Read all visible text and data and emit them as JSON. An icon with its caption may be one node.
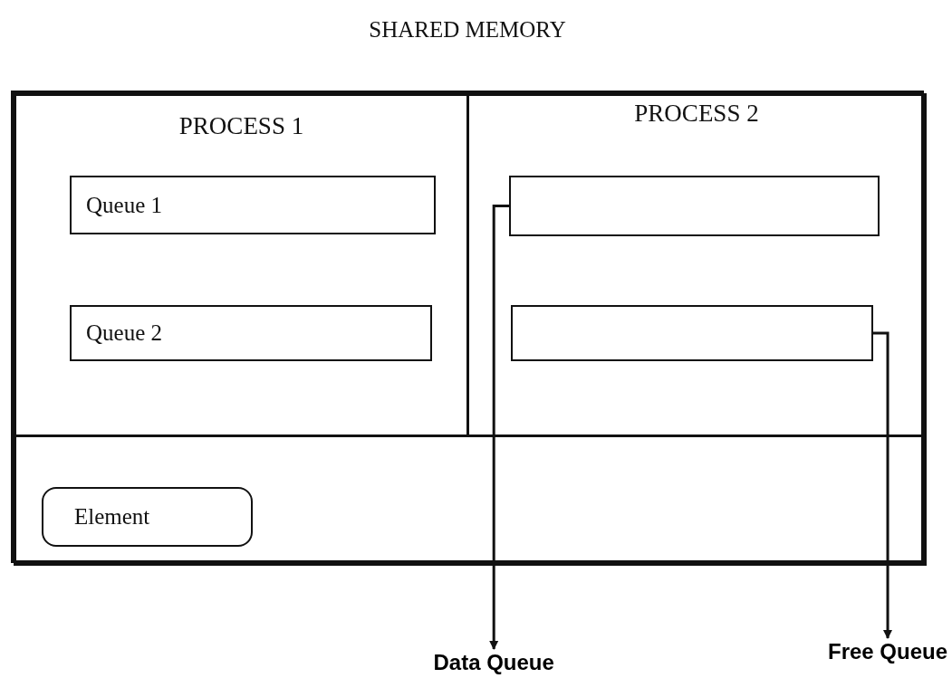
{
  "diagram": {
    "nodes": [
      {
        "text": [
          "SHARED MEMORY"
        ]
      },
      {
        "text": [
          "PROCESS 1"
        ],
        "in": 0
      },
      {
        "text": [
          "Queue 1"
        ],
        "in": 1
      },
      {
        "text": [
          "Queue 2"
        ],
        "in": 1
      },
      {
        "text": [
          "PROCESS 2"
        ],
        "in": 0
      },
      {
        "text": [],
        "shape": "box",
        "in": 4
      },
      {
        "text": [],
        "shape": "box",
        "in": 4
      },
      {
        "text": [],
        "shape": "box",
        "in": 0
      },
      {
        "text": [
          "Element"
        ],
        "in": 7
      },
      {
        "text": [
          "Data Queue"
        ]
      },
      {
        "text": [
          "Free Queue"
        ]
      }
    ],
    "edges": [
      {
        "from": 5,
        "to": 9,
        "arrow": "to"
      },
      {
        "from": 6,
        "to": 10,
        "arrow": "to"
      }
    ]
  }
}
